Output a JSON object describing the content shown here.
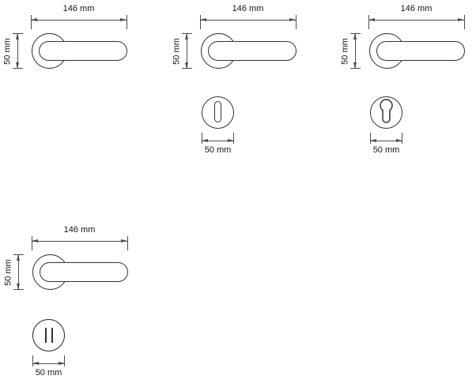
{
  "colors": {
    "background": "#ffffff",
    "shape_stroke": "#333333",
    "dimension_lines": "#4d4d4d",
    "text": "#141414"
  },
  "drawings": [
    {
      "id": "handle-plain",
      "description": "lever-handle-on-round-rose",
      "handle": {
        "width_label": "146 mm",
        "height_label": "50 mm"
      }
    },
    {
      "id": "handle-keyhole",
      "description": "lever-handle-with-oval-keyhole-escutcheon",
      "handle": {
        "width_label": "146 mm",
        "height_label": "50 mm"
      },
      "escutcheon": {
        "type": "oval-keyhole",
        "diameter_label": "50 mm"
      }
    },
    {
      "id": "handle-cylinder",
      "description": "lever-handle-with-euro-cylinder-escutcheon",
      "handle": {
        "width_label": "146 mm",
        "height_label": "50 mm"
      },
      "escutcheon": {
        "type": "euro-profile-cylinder",
        "diameter_label": "50 mm"
      }
    },
    {
      "id": "handle-turn",
      "description": "lever-handle-with-thumbturn-escutcheon",
      "handle": {
        "width_label": "146 mm",
        "height_label": "50 mm"
      },
      "escutcheon": {
        "type": "thumbturn",
        "diameter_label": "50 mm"
      }
    }
  ]
}
